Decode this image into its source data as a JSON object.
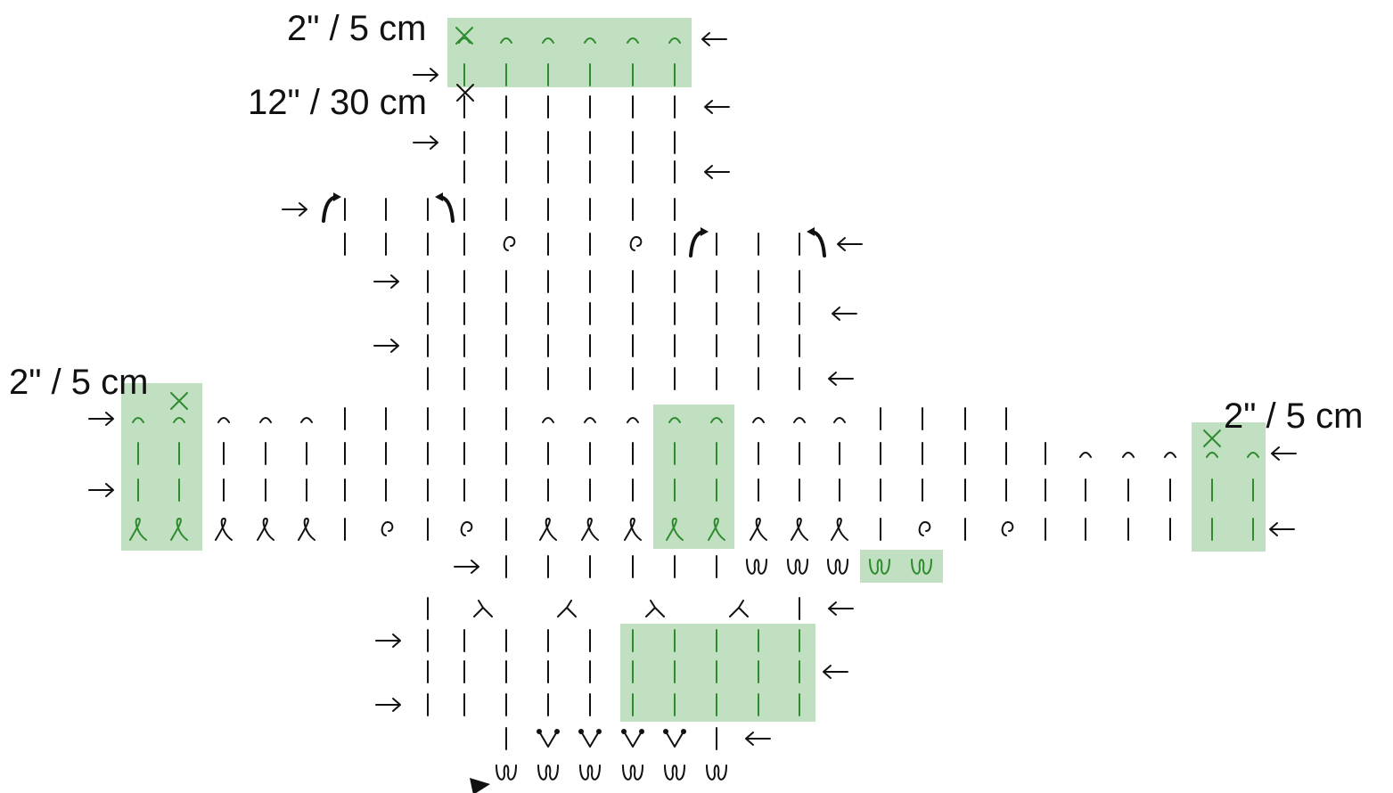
{
  "labels": {
    "top_width": "2\" / 5 cm",
    "top_length": "12\" / 30 cm",
    "left_width": "2\" / 5 cm",
    "right_width": "2\" / 5 cm"
  },
  "colors": {
    "ink": "#111111",
    "highlight_fill": "#c1dfc1",
    "highlight_stitch": "#2e8b2e"
  },
  "symbol_key": {
    "bar": "stitch-bar",
    "cap": "bind-off-cap",
    "cross": "cross-stitch",
    "twist": "twisted-stitch",
    "loop": "yarn-over",
    "cast": "cast-on-loop",
    "dec_l": "decrease-left",
    "dec_r": "decrease-right",
    "inc": "increase-v",
    "turn_l": "short-row-turn-left",
    "turn_r": "short-row-turn-right",
    "arrow_r": "row-direction-right",
    "arrow_l": "row-direction-left",
    "start": "start-marker"
  }
}
